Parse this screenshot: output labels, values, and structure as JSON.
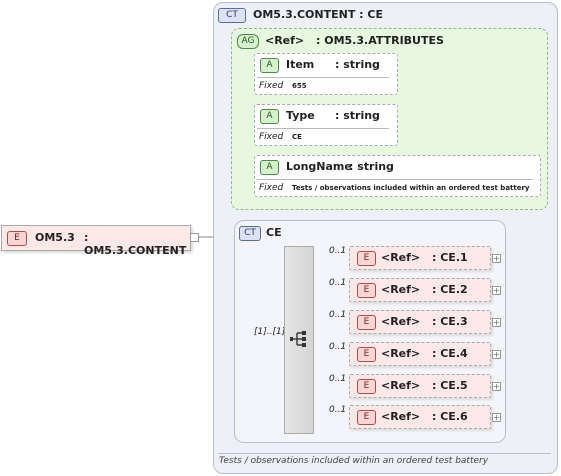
{
  "root": {
    "badge": "E",
    "name": "OM5.3",
    "type": ": OM5.3.CONTENT"
  },
  "complex_type": {
    "badge": "CT",
    "title": "OM5.3.CONTENT : CE",
    "footer_doc": "Tests / observations included within an ordered test battery"
  },
  "attribute_group": {
    "badge": "AG",
    "ref": "<Ref>",
    "type": ": OM5.3.ATTRIBUTES",
    "attributes": [
      {
        "badge": "A",
        "name": "Item",
        "type": ": string",
        "fixed_label": "Fixed",
        "fixed_value": "655"
      },
      {
        "badge": "A",
        "name": "Type",
        "type": ": string",
        "fixed_label": "Fixed",
        "fixed_value": "CE"
      },
      {
        "badge": "A",
        "name": "LongName",
        "type": ": string",
        "fixed_label": "Fixed",
        "fixed_value": "Tests / observations included within an ordered test battery"
      }
    ]
  },
  "ce_type": {
    "badge": "CT",
    "title": "CE",
    "occurrence": "[1]..[1]",
    "elements": [
      {
        "occurrence": "0..1",
        "badge": "E",
        "ref": "<Ref>",
        "type": ": CE.1"
      },
      {
        "occurrence": "0..1",
        "badge": "E",
        "ref": "<Ref>",
        "type": ": CE.2"
      },
      {
        "occurrence": "0..1",
        "badge": "E",
        "ref": "<Ref>",
        "type": ": CE.3"
      },
      {
        "occurrence": "0..1",
        "badge": "E",
        "ref": "<Ref>",
        "type": ": CE.4"
      },
      {
        "occurrence": "0..1",
        "badge": "E",
        "ref": "<Ref>",
        "type": ": CE.5"
      },
      {
        "occurrence": "0..1",
        "badge": "E",
        "ref": "<Ref>",
        "type": ": CE.6"
      }
    ]
  },
  "icons": {
    "expand": "plus-icon",
    "collapse": "minus-icon",
    "sequence": "sequence-icon",
    "ct_toggle": "ct-collapse-icon"
  },
  "colors": {
    "element_fill": "#fde8e8",
    "attr_group_fill": "#e8f7e0",
    "ct_fill": "#eef0f8"
  }
}
